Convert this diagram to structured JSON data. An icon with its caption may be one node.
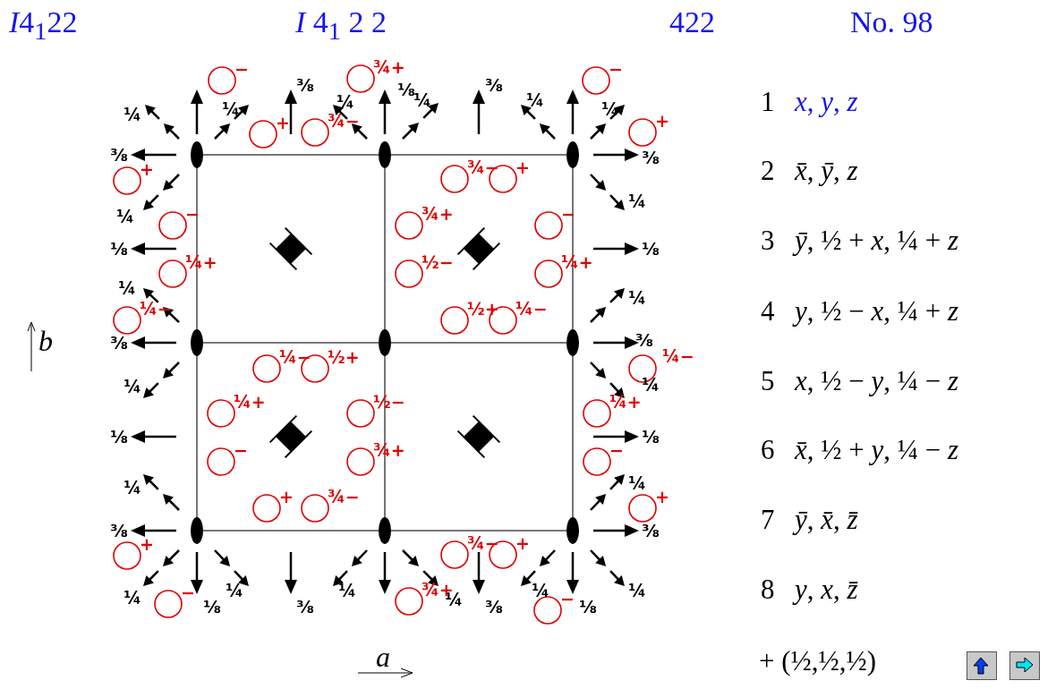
{
  "diagram": {
    "labels": [
      "I4$_{1}$22",
      "*I* 4$_{1}$ 2 2",
      "422",
      "No. 98",
      "¼",
      "¼",
      "⅜",
      "¼",
      "⅛",
      "¼",
      "⅜",
      "¼",
      "¼",
      "⅜",
      "¼",
      "⅛",
      "¼",
      "⅜",
      "¼",
      "⅛",
      "¼",
      "⅜",
      "¼",
      "⅛",
      "¼",
      "⅜",
      "¼",
      "¼",
      "⅜",
      "¼",
      "⅛",
      "¼",
      "⅜",
      "¼",
      "⅛",
      "¼",
      "⅜",
      "¼",
      "⅛",
      "¼",
      "⅜",
      "−",
      "+",
      "¾−",
      "¾+",
      "−",
      "+",
      "+",
      "¾−",
      "+",
      "−",
      "¾+",
      "−",
      "¼+",
      "½−",
      "¼+",
      "¼−",
      "½+",
      "¼−",
      "¼−",
      "½+",
      "¼−",
      "¼+",
      "½−",
      "¼+",
      "−",
      "¾+",
      "−",
      "+",
      "¾−",
      "+",
      "+",
      "¾−",
      "+",
      "−",
      "¾+",
      "−",
      "b",
      "a",
      "1",
      "*x*, *y*, *z*",
      "2",
      "*x̄*, *ȳ*, *z*",
      "3",
      "*ȳ*, ½ + *x*, ¼ + *z*",
      "4",
      "*y*, ½ − *x*, ¼ + *z*",
      "5",
      "*x*, ½ − *y*, ¼ − *z*",
      "6",
      "*x̄*, ½ + *y*, ¼ − *z*",
      "7",
      "*ȳ*, *x̄*, *z̄*",
      "8",
      "*y*, *x*, *z̄*",
      "+ (½,½,½)"
    ]
  }
}
